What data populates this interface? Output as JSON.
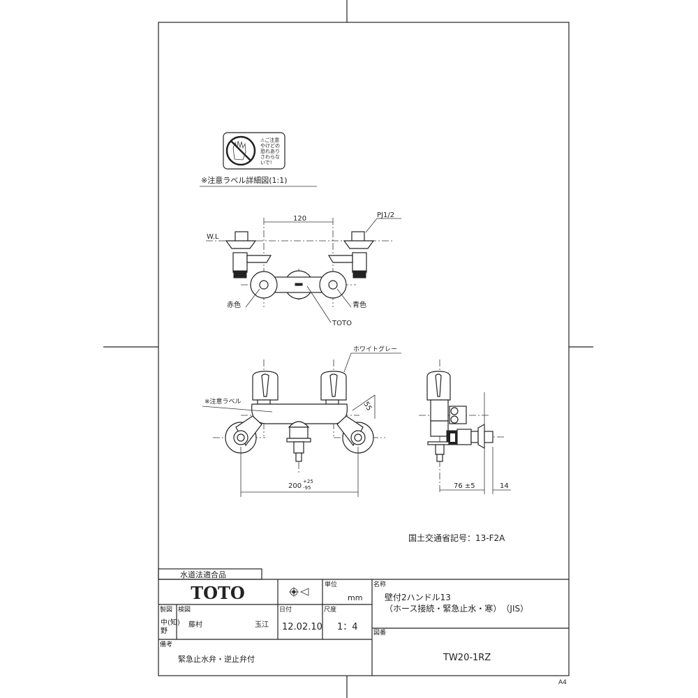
{
  "sheet": {
    "paper_size": "A4"
  },
  "caution_label": {
    "title": "⚠ご注意",
    "lines": [
      "やけどの",
      "恐れあり",
      "さわらな",
      "いで!"
    ],
    "caption": "※注意ラベル詳細図(1:1)"
  },
  "top_view": {
    "wl_label": "W.L",
    "dim_center": "120",
    "pipe_thread": "PJ1/2",
    "red_label": "赤色",
    "blue_label": "青色",
    "logo_label": "TOTO"
  },
  "front_view": {
    "color_label": "ホワイトグレー",
    "caution_label": "※注意ラベル",
    "dim_arm": "55",
    "dim_width": "200",
    "dim_width_tol_plus": "+25",
    "dim_width_tol_minus": "-95"
  },
  "side_view": {
    "dim_depth": "76 ±5",
    "dim_flange": "14"
  },
  "mlit_code": "国土交通省記号：13-F2A",
  "title_block": {
    "compliance": "水道法適合品",
    "brand": "TOTO",
    "unit_label": "単位",
    "unit_value": "mm",
    "drawn_label": "製図",
    "drawn_by_1": "中(知)",
    "drawn_by_2": "野",
    "checked_label": "検図",
    "checked_by_1": "藤村",
    "checked_by_2": "玉江",
    "date_label": "日付",
    "date_value": "12.02.10",
    "scale_label": "尺度",
    "scale_value": "1：4",
    "name_label": "名称",
    "name_line1": "壁付2ハンドル13",
    "name_line2": "（ホース接続・緊急止水・寒）　（JIS）",
    "remarks_label": "備考",
    "remarks_value": "緊急止水弁・逆止弁付",
    "drawing_no_label": "図番",
    "drawing_no": "TW20-1RZ"
  }
}
